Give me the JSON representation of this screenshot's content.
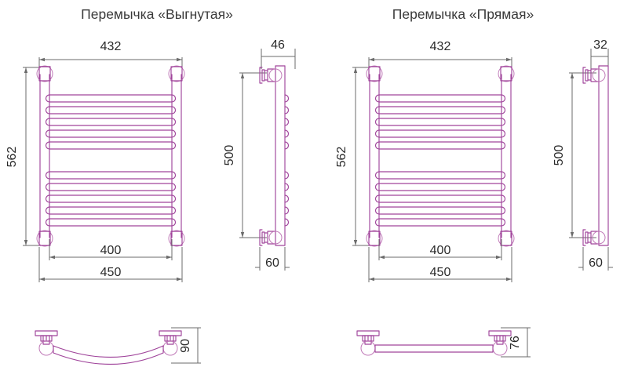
{
  "page": {
    "background_color": "#ffffff",
    "line_color_product": "#a0459b",
    "line_color_dimension": "#6b6b6b",
    "text_color": "#2b2b2b"
  },
  "views": [
    {
      "id": "curved",
      "title": "Перемычка «Выгнутая»",
      "dimensions": {
        "front_width_outer": "432",
        "front_height": "562",
        "front_width_inner": "400",
        "front_width_total": "450",
        "side_depth": "46",
        "side_height": "500",
        "side_foot": "60",
        "top_depth": "90"
      },
      "rung_count_top": 5,
      "rung_count_bottom": 5
    },
    {
      "id": "straight",
      "title": "Перемычка «Прямая»",
      "dimensions": {
        "front_width_outer": "432",
        "front_height": "562",
        "front_width_inner": "400",
        "front_width_total": "450",
        "side_depth": "32",
        "side_height": "500",
        "side_foot": "60",
        "top_depth": "76"
      },
      "rung_count_top": 5,
      "rung_count_bottom": 5
    }
  ]
}
